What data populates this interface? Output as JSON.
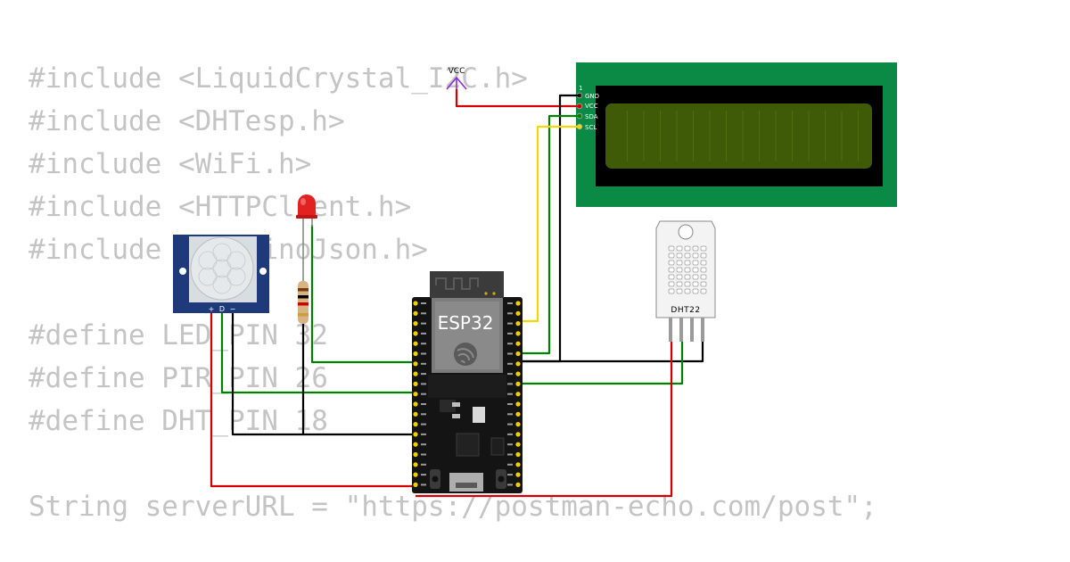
{
  "code": {
    "lines": [
      "#include <LiquidCrystal_I2C.h>",
      "#include <DHTesp.h>",
      "#include <WiFi.h>",
      "#include <HTTPClient.h>",
      "#include <ArduinoJson.h>",
      "",
      "#define LED_PIN 32",
      "#define PIR_PIN 26",
      "#define DHT_PIN 18",
      "",
      "String serverURL = \"https://postman-echo.com/post\";"
    ]
  },
  "components": {
    "vcc": {
      "label": "VCC"
    },
    "lcd": {
      "pin_one_label": "1",
      "pins": [
        "GND",
        "VCC",
        "SDA",
        "SCL"
      ]
    },
    "dht": {
      "label": "DHT22"
    },
    "pir": {
      "pins": [
        "+",
        "D",
        "−"
      ]
    },
    "esp32": {
      "label": "ESP32"
    }
  },
  "colors": {
    "wire_red": "#d40000",
    "wire_black": "#000000",
    "wire_green": "#008000",
    "wire_yellow": "#f2d700",
    "vcc_symbol": "#8a2be2",
    "lcd_board": "#0a8a45",
    "lcd_screen": "#3f5b08",
    "pir_board": "#1e3a7a",
    "esp_board": "#141414",
    "pin_gold": "#f2d000"
  }
}
